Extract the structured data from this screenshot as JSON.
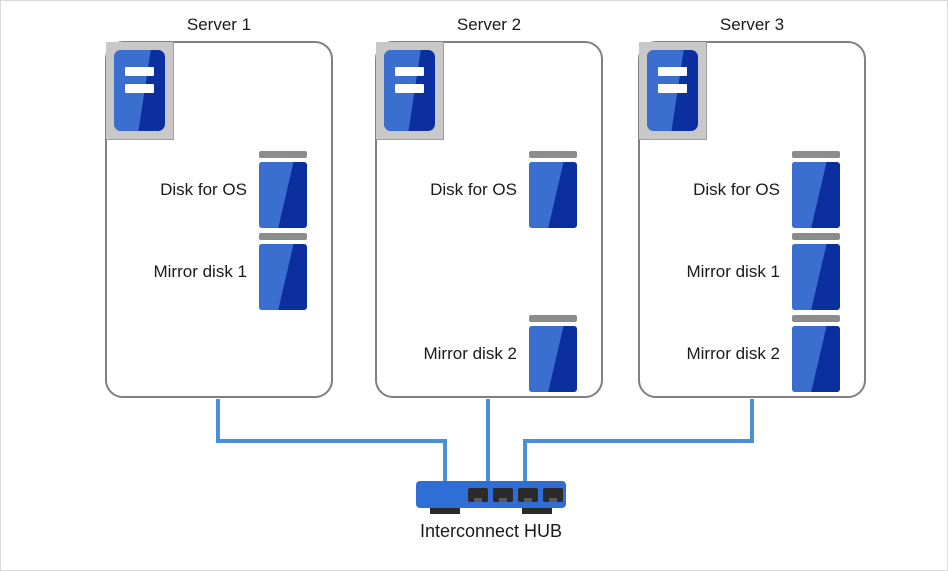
{
  "diagram": {
    "title_text": "",
    "colors": {
      "panel_border": "#808080",
      "disk_blue_dark": "#0b2f9e",
      "disk_blue_light": "#3a6fd0",
      "line_blue": "#4a90d9",
      "hub_blue": "#2f6ed5",
      "icon_frame_gray": "#c8c8c8",
      "text": "#1a1a1a",
      "background": "#ffffff"
    }
  },
  "servers": [
    {
      "title": "Server 1",
      "server_icon_name": "server-machine-icon",
      "disks": [
        {
          "label": "Disk for OS",
          "icon_name": "disk-icon"
        },
        {
          "label": "Mirror disk 1",
          "icon_name": "disk-icon"
        }
      ]
    },
    {
      "title": "Server 2",
      "server_icon_name": "server-machine-icon",
      "disks": [
        {
          "label": "Disk for OS",
          "icon_name": "disk-icon"
        },
        {
          "label": "Mirror disk 2",
          "icon_name": "disk-icon"
        }
      ]
    },
    {
      "title": "Server 3",
      "server_icon_name": "server-machine-icon",
      "disks": [
        {
          "label": "Disk for OS",
          "icon_name": "disk-icon"
        },
        {
          "label": "Mirror disk 1",
          "icon_name": "disk-icon"
        },
        {
          "label": "Mirror disk 2",
          "icon_name": "disk-icon"
        }
      ]
    }
  ],
  "hub": {
    "label": "Interconnect HUB",
    "port_count": 4,
    "icon_name": "network-hub-icon"
  },
  "connections": [
    {
      "from": "Server 1",
      "to": "Interconnect HUB"
    },
    {
      "from": "Server 2",
      "to": "Interconnect HUB"
    },
    {
      "from": "Server 3",
      "to": "Interconnect HUB"
    }
  ]
}
